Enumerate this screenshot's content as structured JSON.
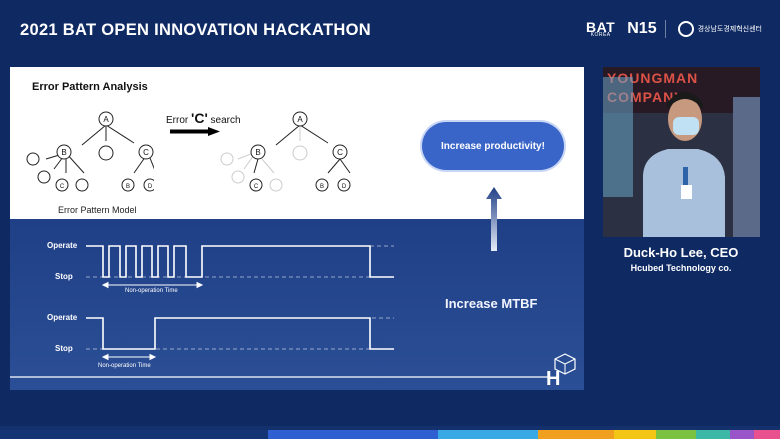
{
  "header": {
    "title": "2021 BAT OPEN INNOVATION HACKATHON",
    "logo_bat": "BAT",
    "logo_bat_sub": "KOREA",
    "logo_n15": "N15",
    "logo_org": "경상남도경제혁신센터"
  },
  "slide": {
    "analysis_title": "Error Pattern Analysis",
    "model_label": "Error Pattern Model",
    "search_prefix": "Error ",
    "search_key": "'C'",
    "search_suffix": " search",
    "productivity_label": "Increase productivity!",
    "mtbf_label": "Increase MTBF",
    "tree_nodes": {
      "a": "A",
      "b": "B",
      "c": "C",
      "d": "D"
    },
    "chart1": {
      "operate": "Operate",
      "stop": "Stop",
      "nonop": "Non-operation Time"
    },
    "chart2": {
      "operate": "Operate",
      "stop": "Stop",
      "nonop": "Non-operation Time"
    }
  },
  "presenter": {
    "neon_line1": "YOUNGMAN",
    "neon_line2": "COMPANY",
    "name": "Duck-Ho Lee, CEO",
    "company": "Hcubed Technology co."
  },
  "colors": {
    "background": "#0f2a63",
    "button": "#3a65c8",
    "stripes": [
      "#2f5fd0",
      "#39a9e6",
      "#f0a01e",
      "#f3c515",
      "#7cc242",
      "#3bb9a6",
      "#9a55c8",
      "#e8508e"
    ]
  }
}
